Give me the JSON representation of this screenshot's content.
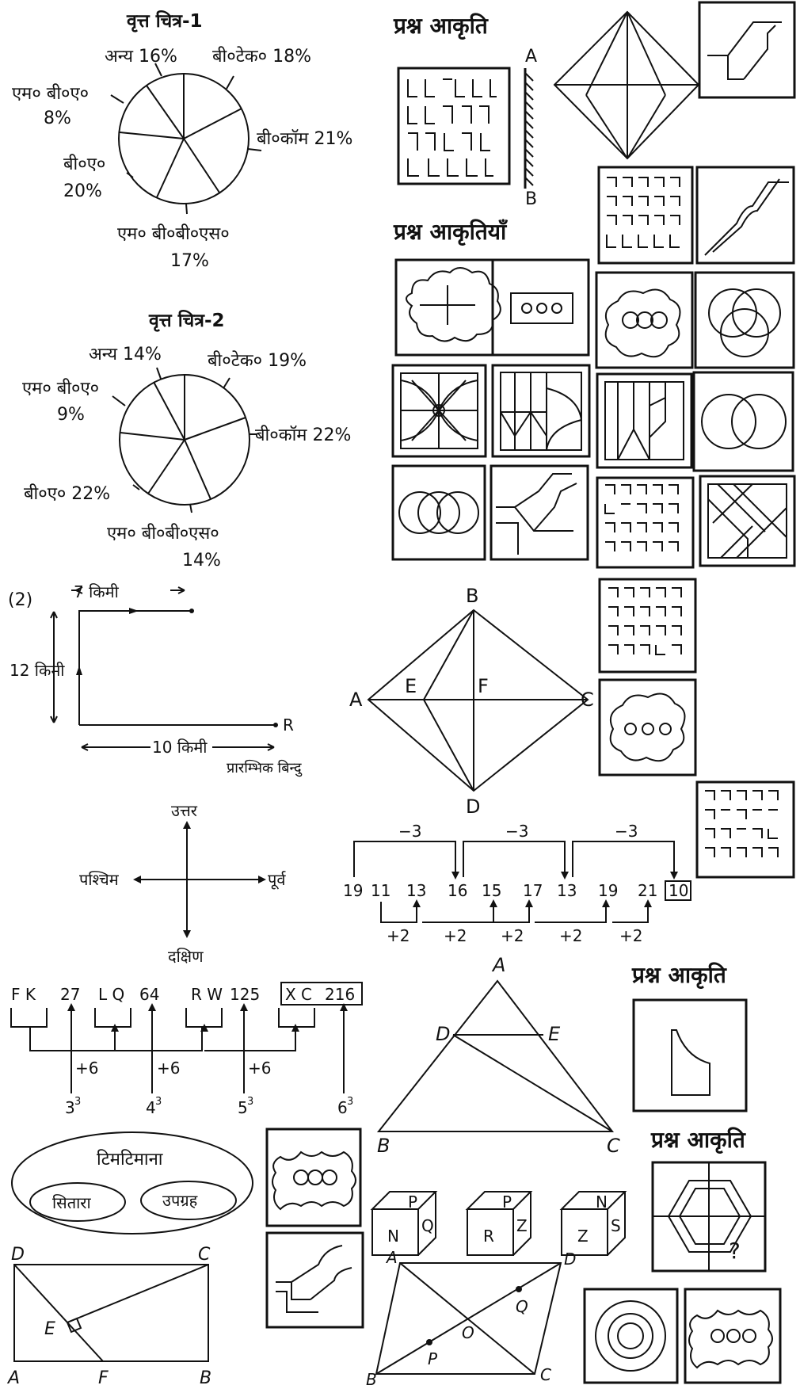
{
  "pie1": {
    "title": "वृत्त चित्र-1",
    "labels": [
      "अन्य 16%",
      "बी०टेक० 18%",
      "एम० बी०ए०",
      "8%",
      "बी०कॉम 21%",
      "बी०ए०",
      "20%",
      "एम० बी०बी०एस०",
      "17%"
    ]
  },
  "pie2": {
    "title": "वृत्त चित्र-2",
    "labels": [
      "अन्य 14%",
      "बी०टेक० 19%",
      "एम० बी०ए०",
      "9%",
      "बी०कॉम 22%",
      "बी०ए० 22%",
      "एम० बी०बी०एस०",
      "14%"
    ]
  },
  "question_figure": "प्रश्न आकृति",
  "question_figures": "प्रश्न आकृतियाँ",
  "mirror": {
    "a": "A",
    "b": "B"
  },
  "route": {
    "num": "(2)",
    "d1": "7 किमी",
    "d2": "12 किमी",
    "d3": "10 किमी",
    "r": "R",
    "start": "प्रारम्भिक बिन्दु"
  },
  "compass": {
    "n": "उत्तर",
    "s": "दक्षिण",
    "e": "पूर्व",
    "w": "पश्चिम"
  },
  "kite": {
    "a": "A",
    "b": "B",
    "c": "C",
    "d": "D",
    "e": "E",
    "f": "F"
  },
  "series": {
    "top": [
      "−3",
      "−3",
      "−3"
    ],
    "nums": [
      "19",
      "11",
      "13",
      "16",
      "15",
      "17",
      "13",
      "19",
      "21",
      "10"
    ],
    "bottom": [
      "+2",
      "+2",
      "+2",
      "+2",
      "+2"
    ]
  },
  "letters": {
    "groups": [
      "F  K",
      "27",
      "L  Q",
      "64",
      "R  W",
      "125",
      "X  C",
      "216"
    ],
    "plus": [
      "+6",
      "+6",
      "+6"
    ],
    "pows": [
      "3",
      "4",
      "5",
      "6"
    ],
    "exp": "3"
  },
  "triangle": {
    "a": "A",
    "b": "B",
    "c": "C",
    "d": "D",
    "e": "E"
  },
  "venn": {
    "outer": "टिमटिमाना",
    "a": "सितारा",
    "b": "उपग्रह"
  },
  "rect": {
    "a": "A",
    "b": "B",
    "c": "C",
    "d": "D",
    "e": "E",
    "f": "F"
  },
  "cubes": [
    [
      "P",
      "N",
      "Q"
    ],
    [
      "P",
      "R",
      "Z"
    ],
    [
      "N",
      "Z",
      "S"
    ]
  ],
  "para": {
    "a": "A",
    "b": "B",
    "c": "C",
    "d": "D",
    "o": "O",
    "p": "P",
    "q": "Q"
  },
  "qmark": "?"
}
